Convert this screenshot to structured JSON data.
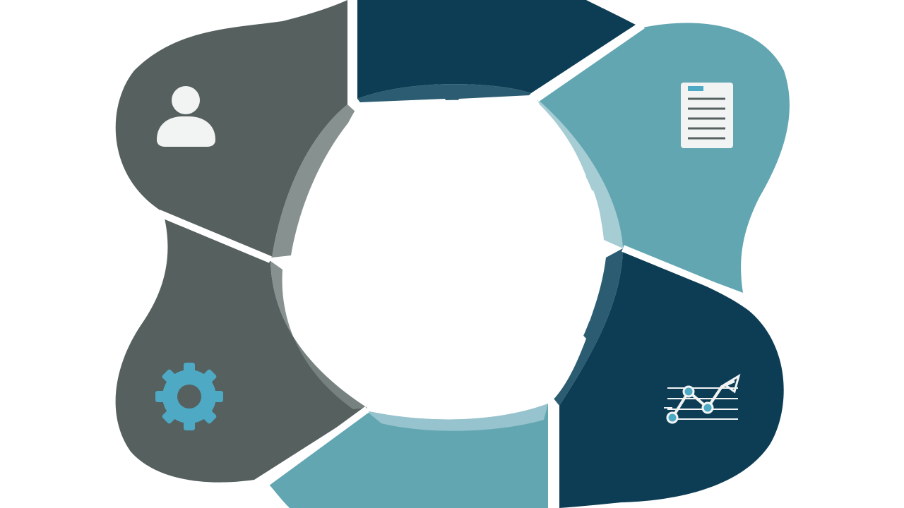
{
  "diagram": {
    "type": "cycle",
    "segment_count": 6,
    "colors": {
      "background": "#ffffff",
      "dark_gray": "#55605f",
      "dark_navy": "#0d3d55",
      "teal": "#62a6b2",
      "light_accent": "#9cc7cf",
      "icon_white": "#f2f4f4",
      "icon_blue": "#4ea9c4"
    },
    "segments": [
      {
        "id": "segment-top",
        "color": "dark_navy",
        "icon": ""
      },
      {
        "id": "segment-upper-right",
        "color": "teal",
        "icon": "document-icon"
      },
      {
        "id": "segment-lower-right",
        "color": "dark_navy",
        "icon": "line-chart-icon"
      },
      {
        "id": "segment-bottom",
        "color": "teal",
        "icon": ""
      },
      {
        "id": "segment-lower-left",
        "color": "dark_gray",
        "icon": "gear-icon"
      },
      {
        "id": "segment-upper-left",
        "color": "dark_gray",
        "icon": "user-icon"
      }
    ]
  }
}
